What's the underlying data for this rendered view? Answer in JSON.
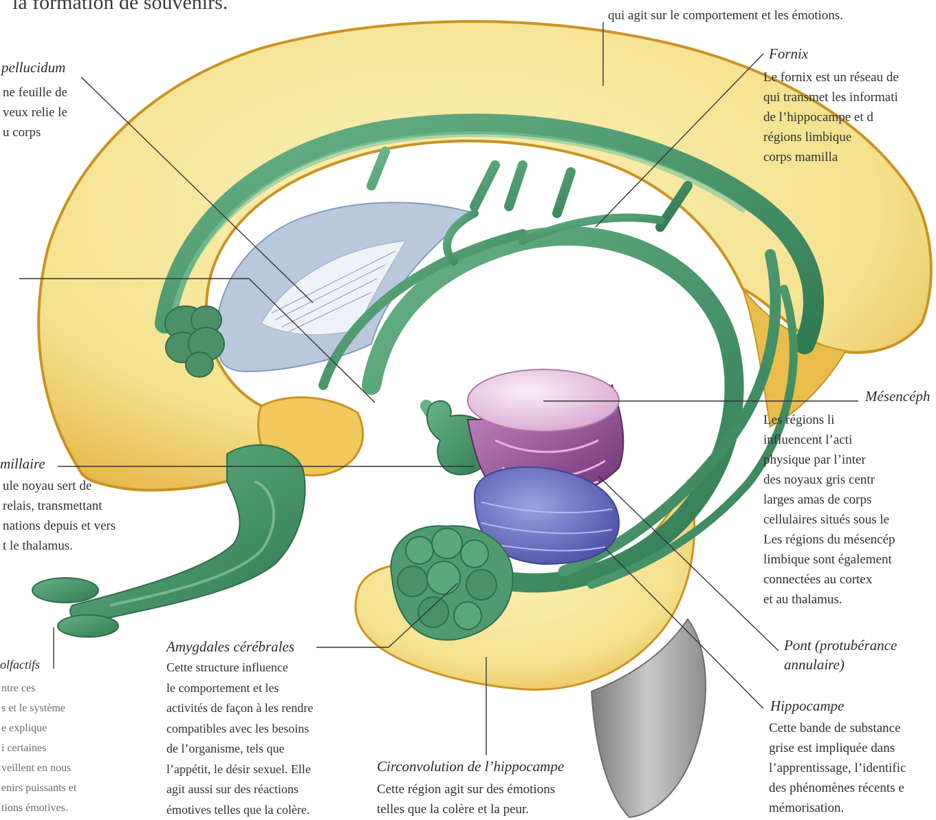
{
  "header": {
    "top_left": "la formation de souvenirs.",
    "top_right": "qui agit sur le comportement et les émotions."
  },
  "labels": {
    "septum": {
      "title": "pellucidum",
      "body": "ne feuille de\nveux relie le\nu corps"
    },
    "fornix": {
      "title": "Fornix",
      "body": "Le fornix est un réseau de\nqui transmet les informati\nde l’hippocampe et d\nrégions limbique\ncorps mamilla"
    },
    "mamillaire": {
      "title": "millaire",
      "body": "ule noyau sert de\nrelais, transmettant\nnations depuis et vers\nt le thalamus."
    },
    "mesencephale": {
      "title": "Mésencéph",
      "body": "Les régions li\ninfluencent l’acti\nphysique par l’inter\ndes noyaux gris centr\nlarges amas de corps\ncellulaires situés sous le\nLes régions du mésencép\nlimbique sont également\nconnectées au cortex\net au thalamus."
    },
    "olfactifs": {
      "title": "olfactifs",
      "body": "ntre ces\ns et le système\ne explique\ni certaines\nveillent en nous\nenirs puissants et\ntions émotives."
    },
    "amygdales": {
      "title": "Amygdales cérébrales",
      "body": "Cette structure influence\nle comportement et les\nactivités de façon à les rendre\ncompatibles avec les besoins\nde l’organisme, tels que\nl’appétit, le désir sexuel. Elle\nagit aussi sur des réactions\némotives telles que la colère."
    },
    "circonvolution": {
      "title": "Circonvolution de l’hippocampe",
      "body": "Cette région agit sur des émotions\ntelles que la colère et la peur."
    },
    "pont": {
      "title": "Pont (protubérance\nannulaire)"
    },
    "hippocampe": {
      "title": "Hippocampe",
      "body": "Cette bande de substance\ngrise est impliquée dans\nl’apprentissage, l’identific\ndes phénomènes récents e\nmémorisation."
    }
  },
  "colors": {
    "cortex": "#f7e79a",
    "cortex_edge": "#d8a32a",
    "limbic_green": "#4f9a70",
    "limbic_dark": "#2f6e4c",
    "thalamus_blue": "#aebfd6",
    "midbrain_pink": "#f1d3ea",
    "midbrain_purple": "#9a4f9a",
    "pons_blue": "#6d76c2",
    "brainstem_gray": "#9c9c9c"
  }
}
